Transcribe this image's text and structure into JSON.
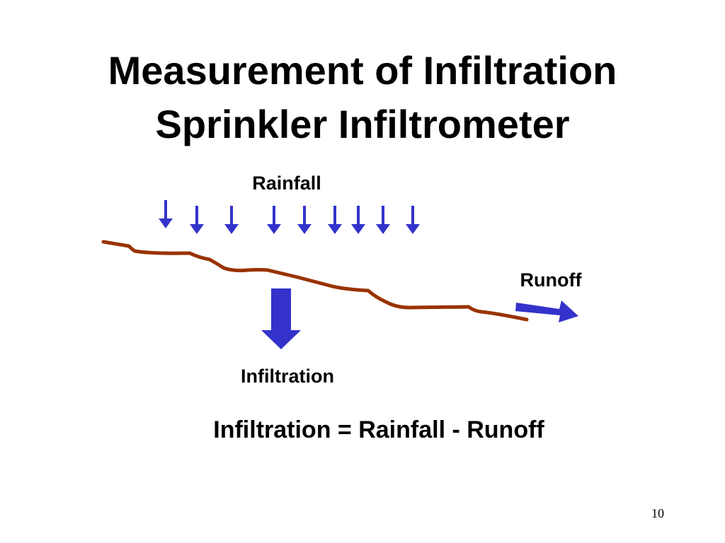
{
  "slide": {
    "title_line_1": "Measurement of Infiltration",
    "title_line_2": "Sprinkler Infiltrometer",
    "equation": "Infiltration = Rainfall - Runoff",
    "page_number": "10"
  },
  "diagram": {
    "labels": {
      "rainfall": "Rainfall",
      "runoff": "Runoff",
      "infiltration": "Infiltration"
    },
    "icons": {
      "rain_drop_arrow": "arrow-down-icon",
      "infiltration_arrow": "arrow-down-icon",
      "runoff_arrow": "arrow-right-icon"
    },
    "colors": {
      "arrows": "#3333CC",
      "ground": "#993300",
      "text": "#000000"
    }
  }
}
